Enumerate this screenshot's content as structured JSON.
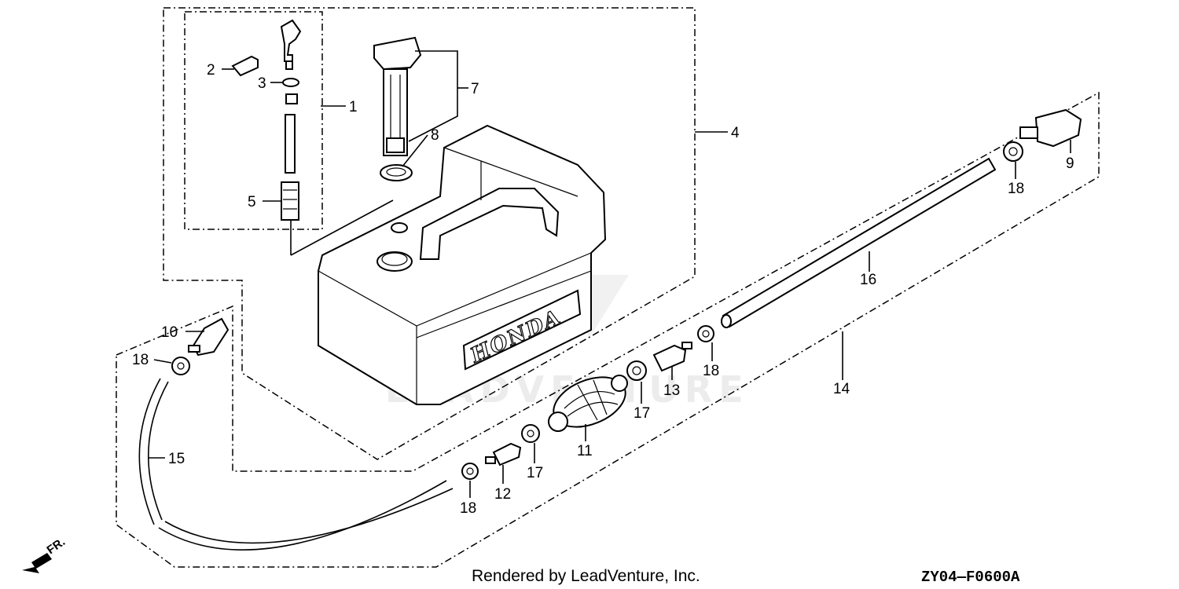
{
  "callouts": {
    "c1": "1",
    "c2": "2",
    "c3": "3",
    "c4": "4",
    "c5": "5",
    "c7": "7",
    "c8": "8",
    "c9": "9",
    "c10": "10",
    "c11": "11",
    "c12": "12",
    "c13": "13",
    "c14": "14",
    "c15": "15",
    "c16": "16",
    "c17a": "17",
    "c17b": "17",
    "c18a": "18",
    "c18b": "18",
    "c18c": "18",
    "c18d": "18"
  },
  "tank_brand": "HONDA",
  "watermark": "LEADVENTURE",
  "front_marker": "FR.",
  "footer": {
    "rendered_by": "Rendered by LeadVenture, Inc.",
    "diagram_code": "ZY04—F0600A"
  }
}
